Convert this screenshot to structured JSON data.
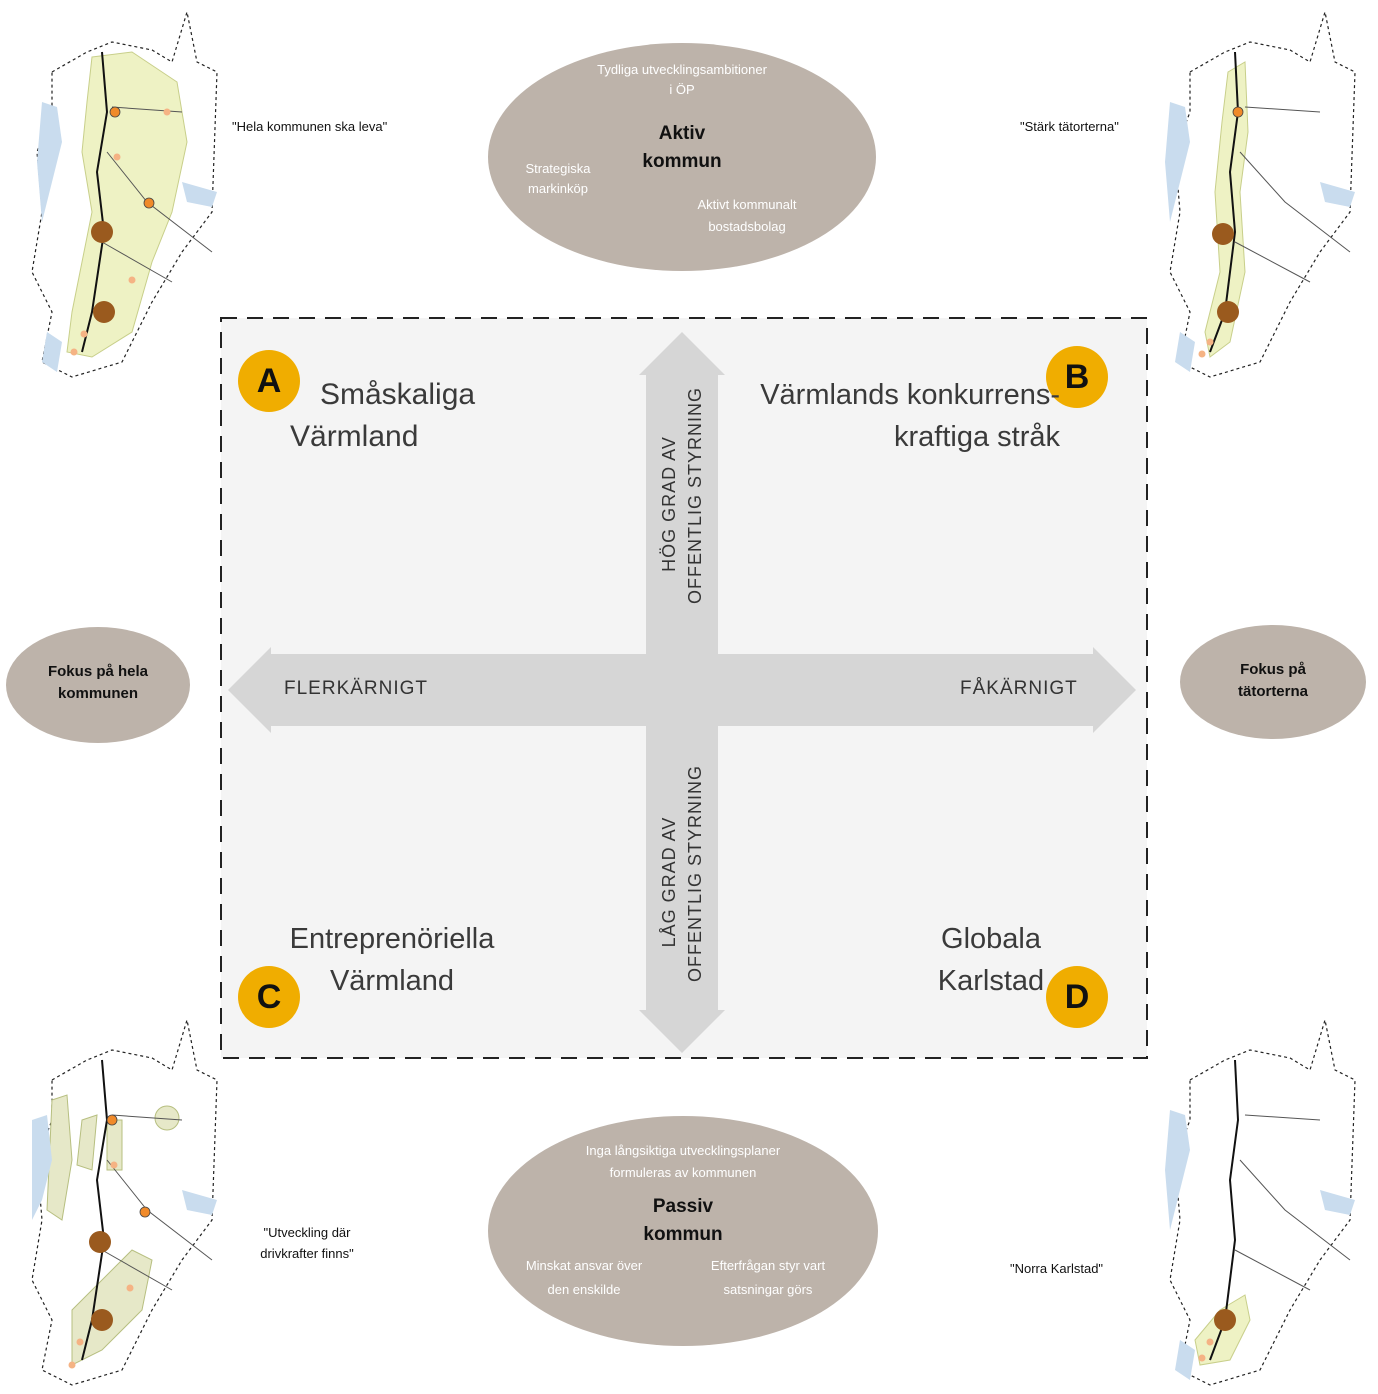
{
  "top_ellipse": {
    "line1": "Tydliga utvecklingsambitioner",
    "line2": "i ÖP",
    "title1": "Aktiv",
    "title2": "kommun",
    "left1": "Strategiska",
    "left2": "markinköp",
    "right1": "Aktivt kommunalt",
    "right2": "bostadsbolag"
  },
  "bottom_ellipse": {
    "line1": "Inga långsiktiga utvecklingsplaner",
    "line2": "formuleras av kommunen",
    "title1": "Passiv",
    "title2": "kommun",
    "left1": "Minskat ansvar över",
    "left2": "den enskilde",
    "right1": "Efterfrågan styr  vart",
    "right2": "satsningar görs"
  },
  "left_ellipse": {
    "line1": "Fokus på hela",
    "line2": "kommunen"
  },
  "right_ellipse": {
    "line1": "Fokus på",
    "line2": "tätorterna"
  },
  "quadrants": {
    "a": {
      "badge": "A",
      "title1": "Småskaliga",
      "title2": "Värmland"
    },
    "b": {
      "badge": "B",
      "title1": "Värmlands konkurrens-",
      "title2": "kraftiga stråk"
    },
    "c": {
      "badge": "C",
      "title1": "Entreprenöriella",
      "title2": "Värmland"
    },
    "d": {
      "badge": "D",
      "title1": "Globala",
      "title2": "Karlstad"
    }
  },
  "axes": {
    "left": "FLERKÄRNIGT",
    "right": "FÅKÄRNIGT",
    "top1": "HÖG GRAD AV",
    "top2": "OFFENTLIG STYRNING",
    "bottom1": "LÅG GRAD AV",
    "bottom2": "OFFENTLIG STYRNING"
  },
  "quotes": {
    "top_left": "\"Hela kommunen ska leva\"",
    "top_right": "\"Stärk tätorterna\"",
    "bottom_left1": "\"Utveckling där",
    "bottom_left2": "drivkrafter finns\"",
    "bottom_right": "\"Norra Karlstad\""
  },
  "colors": {
    "ellipse": "#bdb3aa",
    "badge": "#f0ad00",
    "arrow": "#d6d6d6",
    "panel": "#f4f4f4",
    "map_fill": "#eef2c4",
    "lake": "#c9dcee",
    "node_large": "#9a5a1e",
    "node_small": "#f08a2a"
  }
}
